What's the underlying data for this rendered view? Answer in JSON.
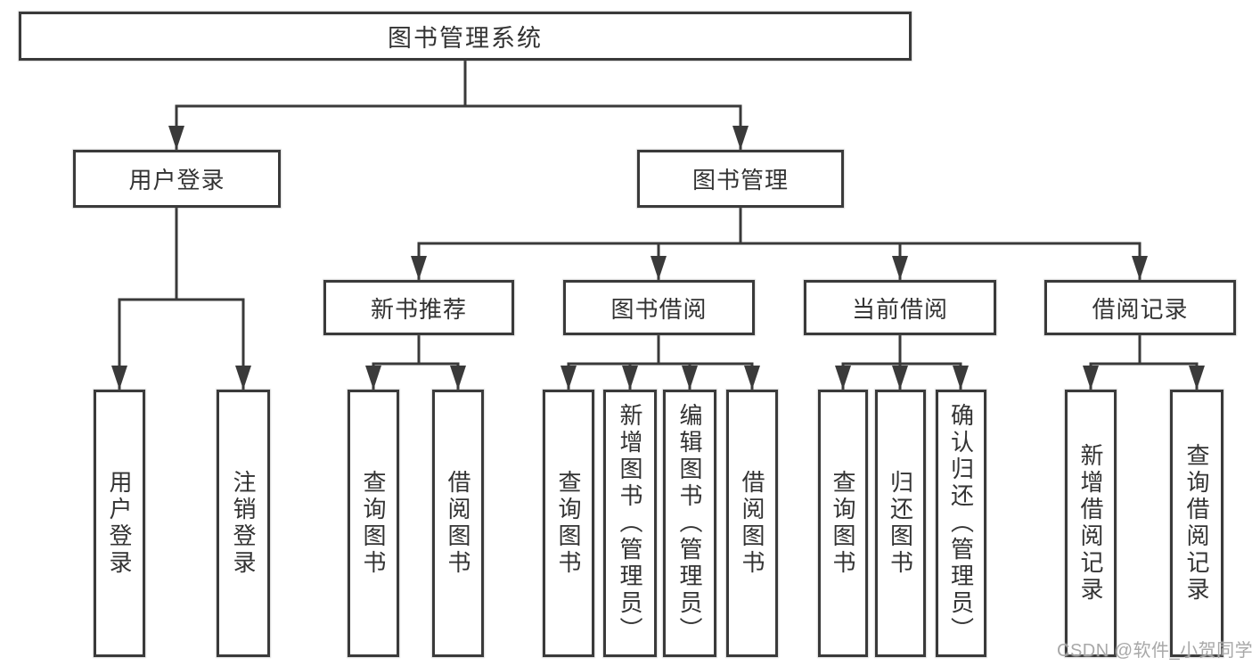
{
  "diagram_type": "hierarchy-tree",
  "colors": {
    "background": "#ffffff",
    "box_fill": "#ffffff",
    "box_border": "#3a3a3a",
    "connector": "#3a3a3a",
    "text": "#333333",
    "watermark": "#a3a3a3"
  },
  "watermark": {
    "text": "CSDN @软件_小贺同学"
  },
  "tree": {
    "label": "图书管理系统",
    "children": [
      {
        "label": "用户登录",
        "children": [
          {
            "label": "用户登录"
          },
          {
            "label": "注销登录"
          }
        ]
      },
      {
        "label": "图书管理",
        "children": [
          {
            "label": "新书推荐",
            "children": [
              {
                "label": "查询图书"
              },
              {
                "label": "借阅图书"
              }
            ]
          },
          {
            "label": "图书借阅",
            "children": [
              {
                "label": "查询图书"
              },
              {
                "label": "新增图书（管理员）"
              },
              {
                "label": "编辑图书（管理员）"
              },
              {
                "label": "借阅图书"
              }
            ]
          },
          {
            "label": "当前借阅",
            "children": [
              {
                "label": "查询图书"
              },
              {
                "label": "归还图书"
              },
              {
                "label": "确认归还（管理员）"
              }
            ]
          },
          {
            "label": "借阅记录",
            "children": [
              {
                "label": "新增借阅记录"
              },
              {
                "label": "查询借阅记录"
              }
            ]
          }
        ]
      }
    ]
  }
}
